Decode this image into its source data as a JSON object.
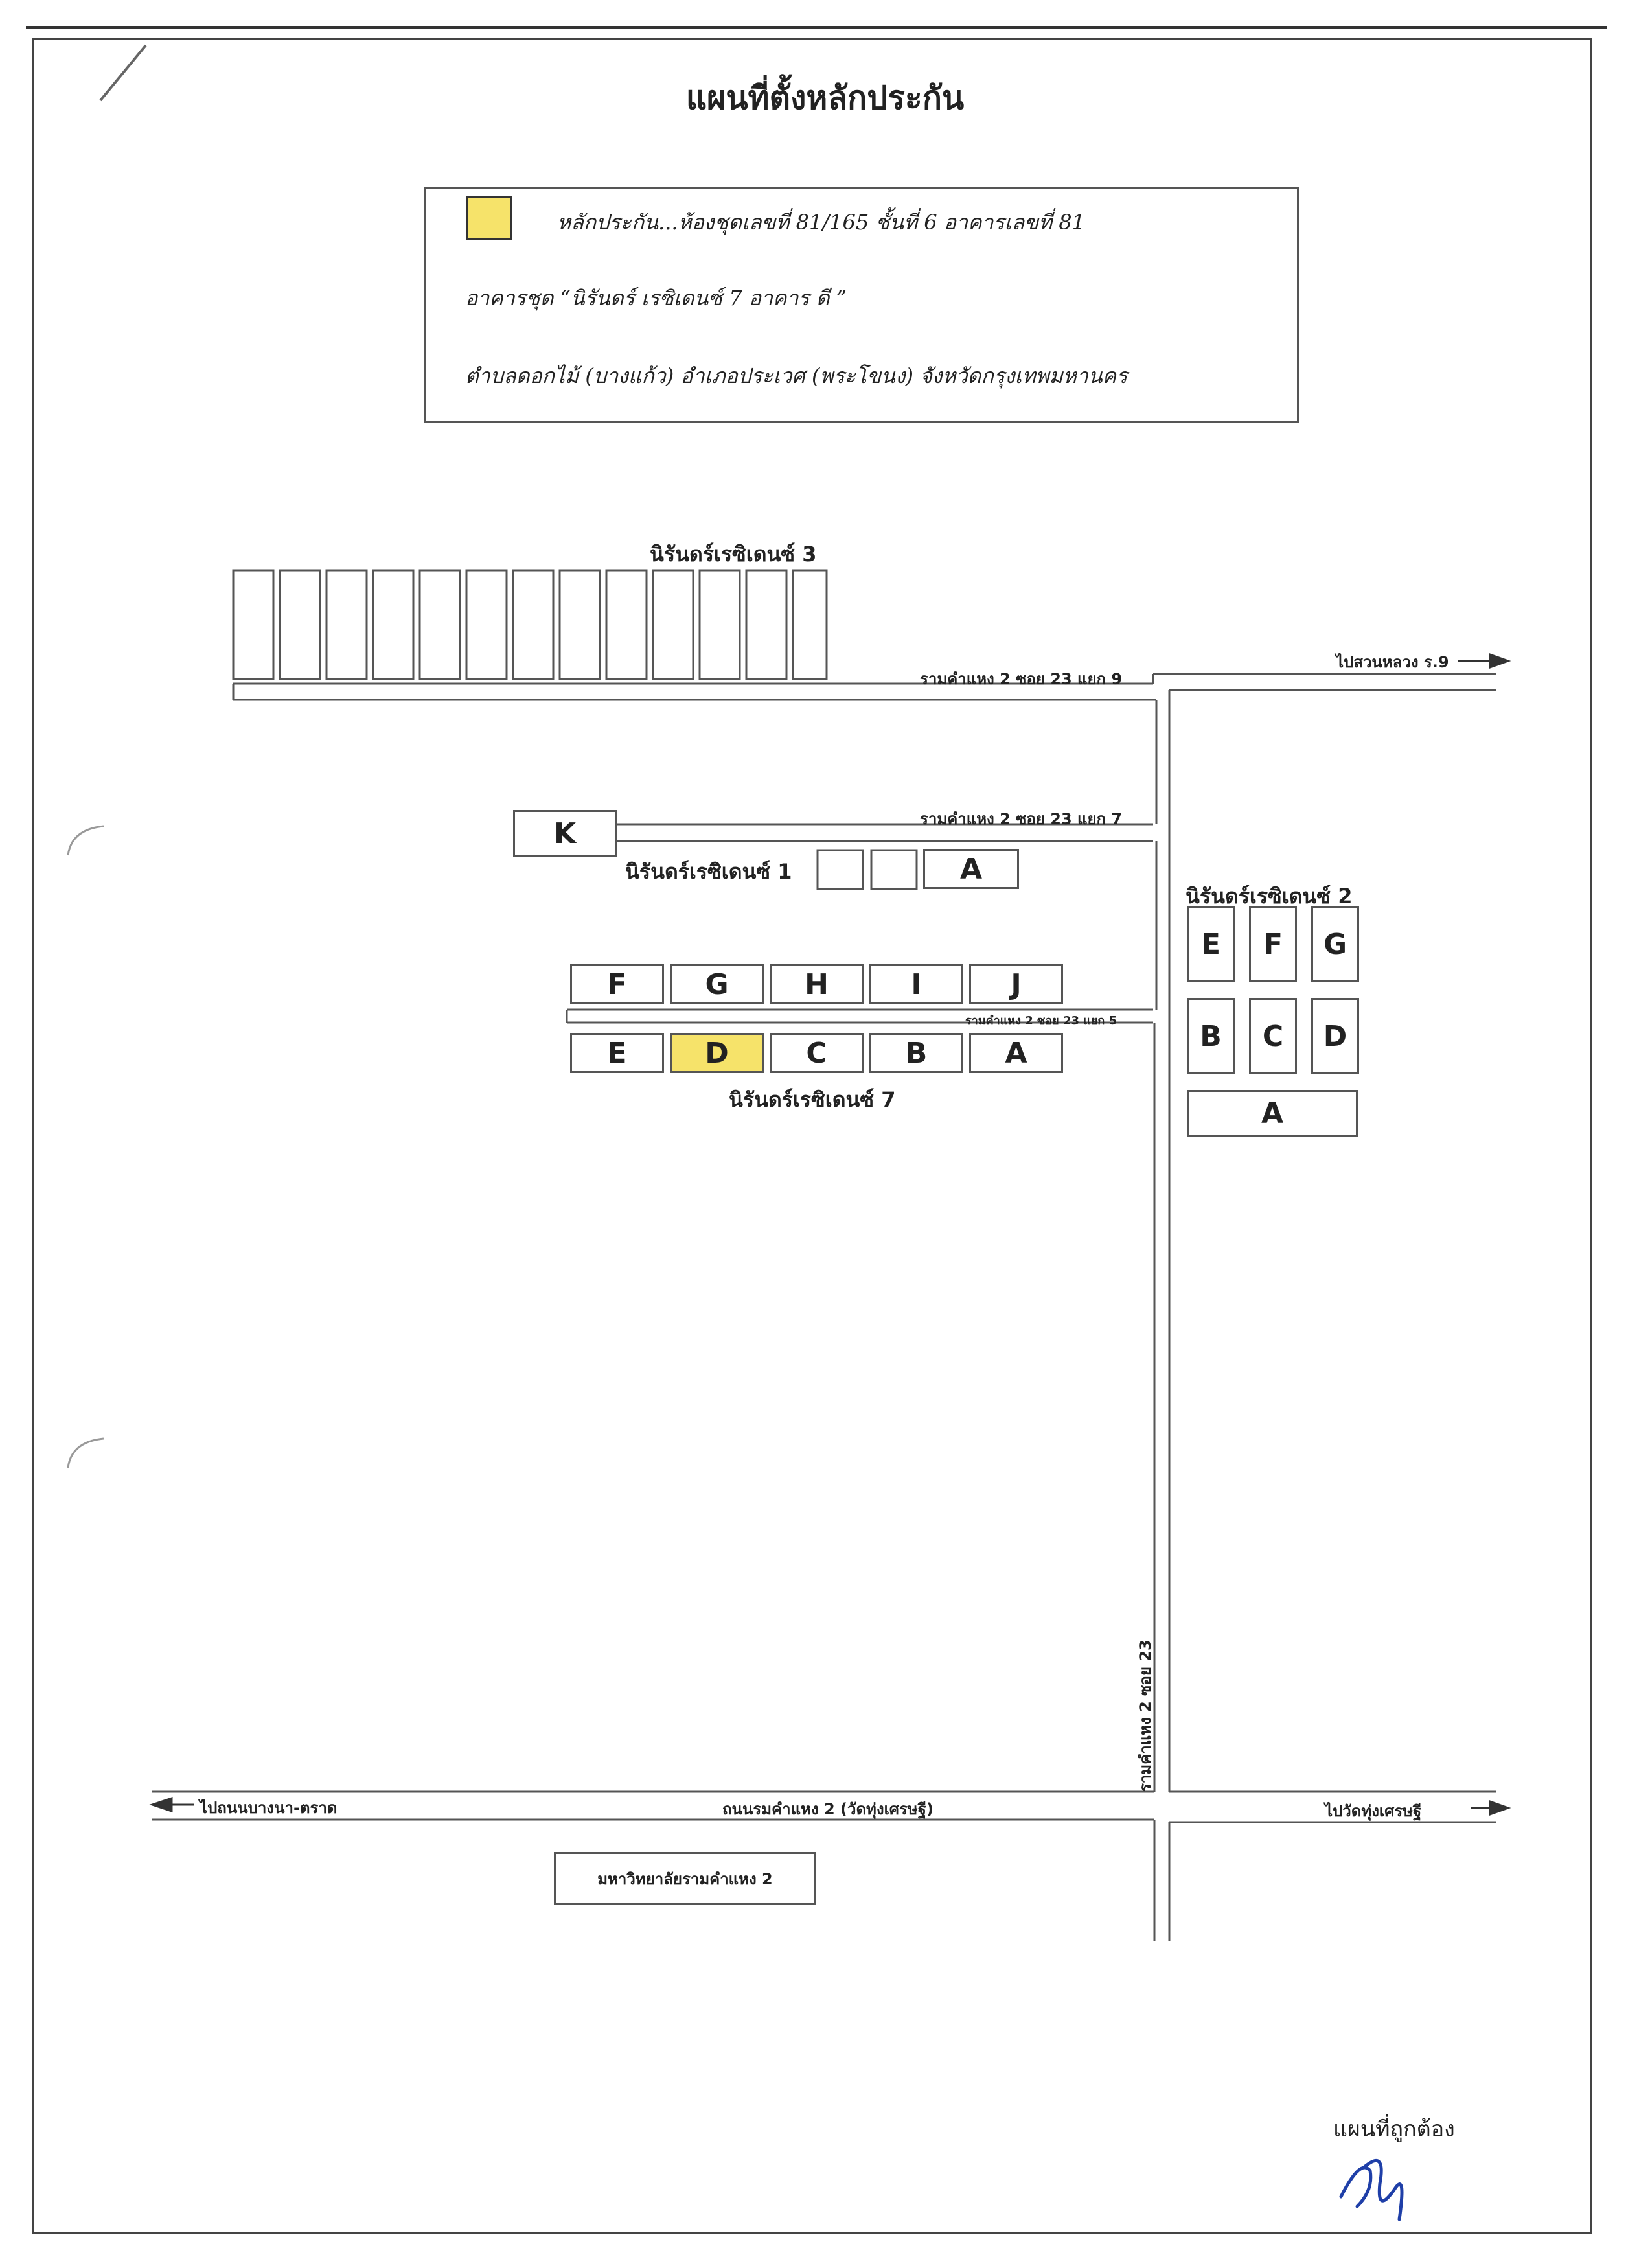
{
  "title": "แผนที่ตั้งหลักประกัน",
  "legend": {
    "line1": "หลักประกัน...ห้องชุดเลขที่ 81/165  ชั้นที่ 6  อาคารเลขที่ 81",
    "line2": "อาคารชุด “นิรันดร์ เรซิเดนซ์ 7 อาคาร ดี ”",
    "line3": "ตำบลดอกไม้ (บางแก้ว)   อำเภอประเวศ (พระโขนง)  จังหวัดกรุงเทพมหานคร",
    "highlight_color": "#f6e36a"
  },
  "places": {
    "nirun3": "นิรันดร์เรซิเดนซ์ 3",
    "nirun1": "นิรันดร์เรซิเดนซ์ 1",
    "nirun2": "นิรันดร์เรซิเดนซ์ 2",
    "nirun7": "นิรันดร์เรซิเดนซ์ 7",
    "university": "มหาวิทยาลัยรามคำแหง 2"
  },
  "roads": {
    "soi23_yaek9": "รามคำแหง 2 ซอย 23 แยก 9",
    "soi23_yaek7": "รามคำแหง 2 ซอย 23 แยก 7",
    "soi23_yaek5": "รามคำแหง 2 ซอย 23 แยก 5",
    "soi23": "รามคำแหง 2 ซอย 23",
    "main_road": "ถนนรมคำแหง 2 (วัดทุ่งเศรษฐี)",
    "to_suanluang": "ไปสวนหลวง ร.9",
    "to_bangna": "ไปถนนบางนา-ตราด",
    "to_wat": "ไปวัดทุ่งเศรษฐี"
  },
  "buildings": {
    "K": "K",
    "n1_A": "A",
    "row_top": [
      "F",
      "G",
      "H",
      "I",
      "J"
    ],
    "row_bottom": [
      "E",
      "D",
      "C",
      "B",
      "A"
    ],
    "n2_row1": [
      "E",
      "F",
      "G"
    ],
    "n2_row2": [
      "B",
      "C",
      "D"
    ],
    "n2_A": "A"
  },
  "signature": {
    "label": "แผนที่ถูกต้อง"
  }
}
